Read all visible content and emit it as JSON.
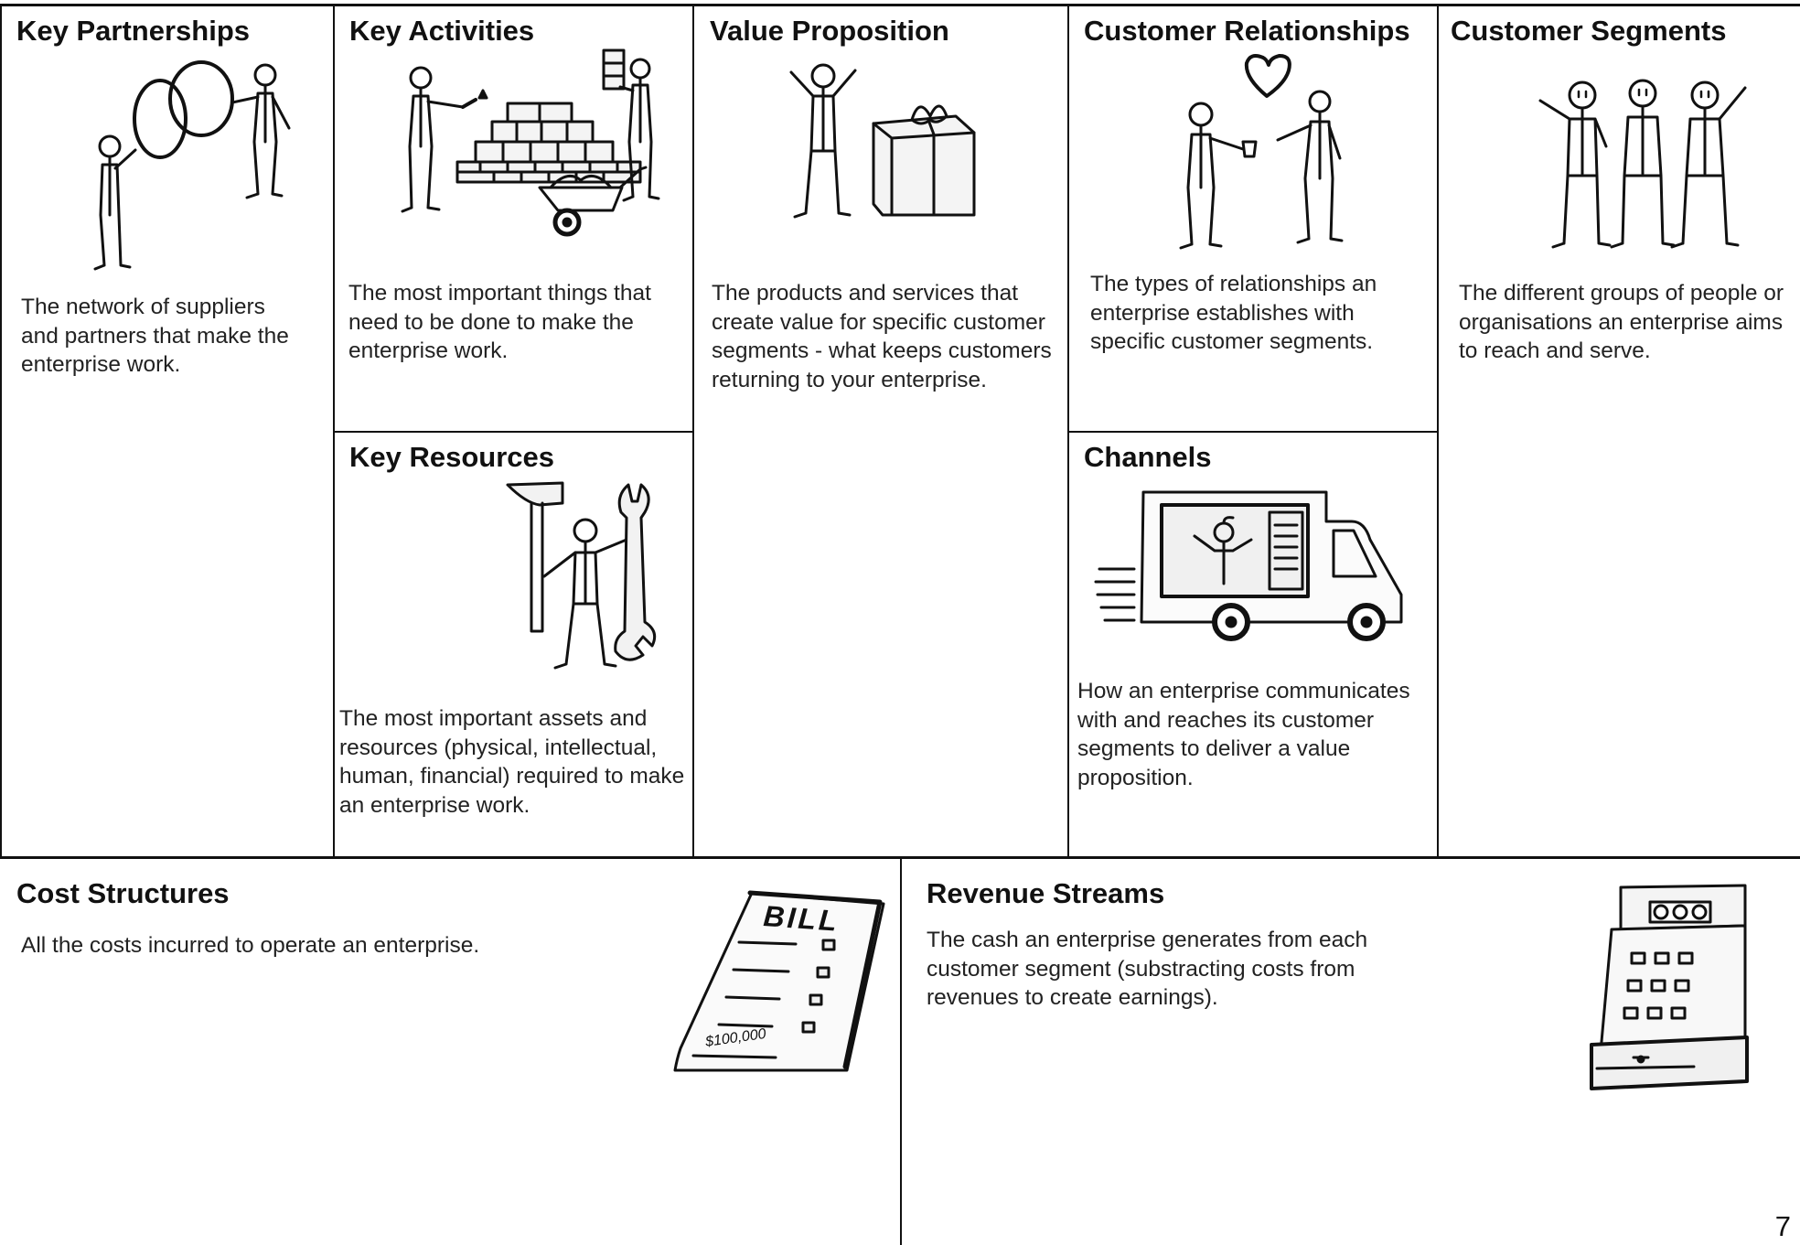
{
  "canvas": {
    "key_partnerships": {
      "title": "Key Partnerships",
      "description": "The network of suppliers and partners that make the enterprise work.",
      "illustration": "partners-linking-rings"
    },
    "key_activities": {
      "title": "Key Activities",
      "description": "The most important things that need to be done to make the enterprise work.",
      "illustration": "people-building-brick-wall"
    },
    "key_resources": {
      "title": "Key Resources",
      "description": "The most important assets and resources (physical, intellectual, human, financial) required to make an enterprise work.",
      "illustration": "person-with-hammer-and-wrench"
    },
    "value_proposition": {
      "title": "Value Proposition",
      "description": "The products and services that create value for specific customer segments - what keeps customers returning to your enterprise.",
      "illustration": "person-with-gift-box"
    },
    "customer_relationships": {
      "title": "Customer Relationships",
      "description": "The types of relationships an enterprise establishes with specific customer segments.",
      "illustration": "people-exchanging-with-heart"
    },
    "channels": {
      "title": "Channels",
      "description": "How an enterprise communicates with and reaches its customer segments to deliver a value proposition.",
      "illustration": "food-truck"
    },
    "customer_segments": {
      "title": "Customer Segments",
      "description": "The different groups of people or organisations an enterprise aims to reach and serve.",
      "illustration": "group-of-three-people"
    },
    "cost_structures": {
      "title": "Cost Structures",
      "description": "All the costs incurred to operate an enterprise.",
      "illustration": "bill",
      "bill_heading": "BILL",
      "bill_amount": "$100,000"
    },
    "revenue_streams": {
      "title": "Revenue Streams",
      "description": "The cash an enterprise generates from each customer segment (substracting costs from revenues to create earnings).",
      "illustration": "cash-register"
    }
  },
  "page_number": "7"
}
